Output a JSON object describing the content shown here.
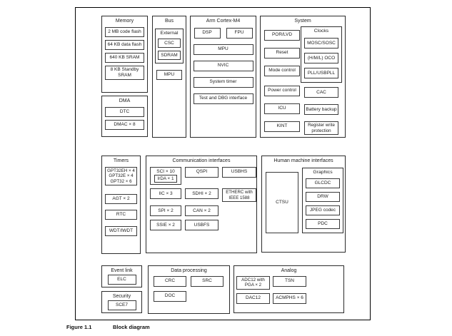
{
  "figure_caption": {
    "label": "Figure 1.1",
    "title": "Block diagram"
  },
  "diagram": {
    "memory": {
      "title": "Memory",
      "blocks": [
        "2 MB code flash",
        "64 KB data flash",
        "640 KB SRAM",
        "8 KB Standby SRAM"
      ]
    },
    "bus": {
      "title": "Bus",
      "external": {
        "title": "External",
        "blocks": [
          "CSC",
          "SDRAM"
        ]
      },
      "blocks": [
        "MPU"
      ]
    },
    "arm_cortex_m4": {
      "title": "Arm Cortex-M4",
      "row_blocks": [
        "DSP",
        "FPU"
      ],
      "blocks": [
        "MPU",
        "NVIC",
        "System timer",
        "Test and DBG interface"
      ]
    },
    "system": {
      "title": "System",
      "left_blocks": [
        "POR/LVD",
        "Reset",
        "Mode control",
        "Power control",
        "ICU",
        "KINT"
      ],
      "clocks": {
        "title": "Clocks",
        "blocks": [
          "MOSC/SOSC",
          "(H/M/L) OCO",
          "PLL/USBPLL"
        ]
      },
      "right_blocks": [
        "CAC",
        "Battery backup",
        "Register write protection"
      ]
    },
    "dma": {
      "title": "DMA",
      "blocks": [
        "DTC",
        "DMAC × 8"
      ]
    },
    "timers": {
      "title": "Timers",
      "multiline_block": [
        "GPT32EH × 4",
        "GPT32E × 4",
        "GPT32 × 6"
      ],
      "blocks": [
        "AGT × 2",
        "RTC",
        "WDT/IWDT"
      ]
    },
    "communication": {
      "title": "Communication interfaces",
      "sci": {
        "label": "SCI × 10",
        "nested": "IrDA × 1"
      },
      "blocks": [
        "QSPI",
        "USBHS",
        "IIC × 3",
        "SDHI × 2",
        "ETHERC with IEEE 1588",
        "SPI × 2",
        "CAN × 2",
        "SSIE × 2",
        "USBFS"
      ]
    },
    "hmi": {
      "title": "Human machine interfaces",
      "blocks": [
        "CTSU"
      ],
      "graphics": {
        "title": "Graphics",
        "blocks": [
          "GLCDC",
          "DRW",
          "JPEG codec",
          "PDC"
        ]
      }
    },
    "event_link": {
      "title": "Event link",
      "blocks": [
        "ELC"
      ]
    },
    "security": {
      "title": "Security",
      "blocks": [
        "SCE7"
      ]
    },
    "data_processing": {
      "title": "Data processing",
      "blocks": [
        "CRC",
        "SRC",
        "DOC"
      ]
    },
    "analog": {
      "title": "Analog",
      "blocks": [
        "ADC12 with PGA × 2",
        "TSN",
        "DAC12",
        "ACMPHS × 6"
      ]
    }
  }
}
